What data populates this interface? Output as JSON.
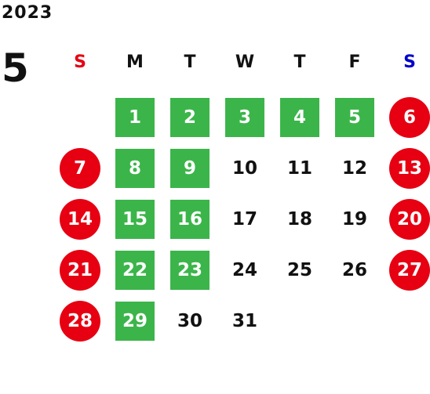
{
  "year": "2023",
  "month": "5",
  "weekdays": [
    {
      "label": "S",
      "color": "#e60012"
    },
    {
      "label": "M",
      "color": "#111111"
    },
    {
      "label": "T",
      "color": "#111111"
    },
    {
      "label": "W",
      "color": "#111111"
    },
    {
      "label": "T",
      "color": "#111111"
    },
    {
      "label": "F",
      "color": "#111111"
    },
    {
      "label": "S",
      "color": "#0000cc"
    }
  ],
  "colors": {
    "holiday_red": "#e60012",
    "highlight_green": "#3bb54a",
    "text": "#111111"
  },
  "weeks": [
    [
      null,
      {
        "day": "1",
        "style": "green"
      },
      {
        "day": "2",
        "style": "green"
      },
      {
        "day": "3",
        "style": "green"
      },
      {
        "day": "4",
        "style": "green"
      },
      {
        "day": "5",
        "style": "green"
      },
      {
        "day": "6",
        "style": "red"
      }
    ],
    [
      {
        "day": "7",
        "style": "red"
      },
      {
        "day": "8",
        "style": "green"
      },
      {
        "day": "9",
        "style": "green"
      },
      {
        "day": "10",
        "style": "plain"
      },
      {
        "day": "11",
        "style": "plain"
      },
      {
        "day": "12",
        "style": "plain"
      },
      {
        "day": "13",
        "style": "red"
      }
    ],
    [
      {
        "day": "14",
        "style": "red"
      },
      {
        "day": "15",
        "style": "green"
      },
      {
        "day": "16",
        "style": "green"
      },
      {
        "day": "17",
        "style": "plain"
      },
      {
        "day": "18",
        "style": "plain"
      },
      {
        "day": "19",
        "style": "plain"
      },
      {
        "day": "20",
        "style": "red"
      }
    ],
    [
      {
        "day": "21",
        "style": "red"
      },
      {
        "day": "22",
        "style": "green"
      },
      {
        "day": "23",
        "style": "green"
      },
      {
        "day": "24",
        "style": "plain"
      },
      {
        "day": "25",
        "style": "plain"
      },
      {
        "day": "26",
        "style": "plain"
      },
      {
        "day": "27",
        "style": "red"
      }
    ],
    [
      {
        "day": "28",
        "style": "red"
      },
      {
        "day": "29",
        "style": "green"
      },
      {
        "day": "30",
        "style": "plain"
      },
      {
        "day": "31",
        "style": "plain"
      },
      null,
      null,
      null
    ]
  ]
}
